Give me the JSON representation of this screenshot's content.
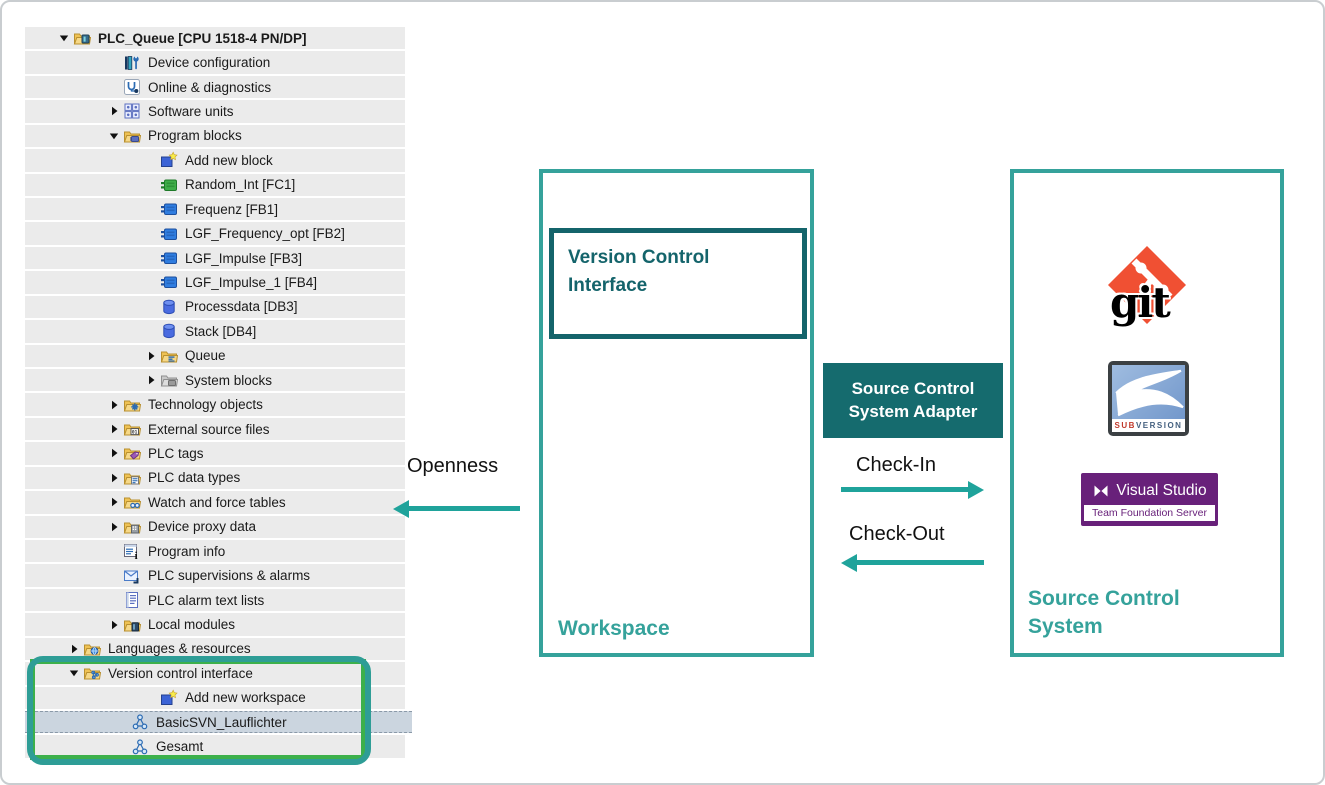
{
  "tree": {
    "rows": [
      {
        "label": "PLC_Queue [CPU 1518-4 PN/DP]",
        "level": 0,
        "arrow": "down",
        "icon": "project-folder",
        "bold": true
      },
      {
        "label": "Device configuration",
        "level": 1,
        "icon": "device-config"
      },
      {
        "label": "Online & diagnostics",
        "level": 1,
        "icon": "online-diagnostics"
      },
      {
        "label": "Software units",
        "level": 1,
        "arrow": "right",
        "icon": "software-units"
      },
      {
        "label": "Program blocks",
        "level": 1,
        "arrow": "down",
        "icon": "program-blocks-folder"
      },
      {
        "label": "Add new block",
        "level": 2,
        "icon": "add-new"
      },
      {
        "label": "Random_Int [FC1]",
        "level": 2,
        "icon": "fc-block"
      },
      {
        "label": "Frequenz [FB1]",
        "level": 2,
        "icon": "fb-block"
      },
      {
        "label": "LGF_Frequency_opt [FB2]",
        "level": 2,
        "icon": "fb-block"
      },
      {
        "label": "LGF_Impulse [FB3]",
        "level": 2,
        "icon": "fb-block"
      },
      {
        "label": "LGF_Impulse_1 [FB4]",
        "level": 2,
        "icon": "fb-block"
      },
      {
        "label": "Processdata [DB3]",
        "level": 2,
        "icon": "db-block"
      },
      {
        "label": "Stack [DB4]",
        "level": 2,
        "icon": "db-block"
      },
      {
        "label": "Queue",
        "level": 2,
        "arrow": "right",
        "icon": "queue-folder"
      },
      {
        "label": "System blocks",
        "level": 2,
        "arrow": "right",
        "icon": "system-blocks-folder"
      },
      {
        "label": "Technology objects",
        "level": 1,
        "arrow": "right",
        "icon": "technology-objects-folder"
      },
      {
        "label": "External source files",
        "level": 1,
        "arrow": "right",
        "icon": "external-sources-folder"
      },
      {
        "label": "PLC tags",
        "level": 1,
        "arrow": "right",
        "icon": "plc-tags-folder"
      },
      {
        "label": "PLC data types",
        "level": 1,
        "arrow": "right",
        "icon": "plc-data-types-folder"
      },
      {
        "label": "Watch and force tables",
        "level": 1,
        "arrow": "right",
        "icon": "watch-tables-folder"
      },
      {
        "label": "Device proxy data",
        "level": 1,
        "arrow": "right",
        "icon": "device-proxy-folder"
      },
      {
        "label": "Program info",
        "level": 1,
        "icon": "program-info"
      },
      {
        "label": "PLC supervisions & alarms",
        "level": 1,
        "icon": "plc-supervisions"
      },
      {
        "label": "PLC alarm text lists",
        "level": 1,
        "icon": "alarm-text-lists"
      },
      {
        "label": "Local modules",
        "level": 1,
        "arrow": "right",
        "icon": "local-modules-folder"
      },
      {
        "label": "Languages & resources",
        "level": 0.5,
        "arrow": "right",
        "icon": "languages-folder"
      },
      {
        "label": "Version control interface",
        "level": 0.5,
        "arrow": "down",
        "icon": "version-control-folder"
      },
      {
        "label": "Add new workspace",
        "level": 2,
        "icon": "add-new"
      },
      {
        "label": "BasicSVN_Lauflichter",
        "level": 1.5,
        "icon": "workspace",
        "selected": true
      },
      {
        "label": "Gesamt",
        "level": 1.5,
        "icon": "workspace"
      }
    ]
  },
  "diagram": {
    "workspace": {
      "inner_label": "Version Control Interface",
      "label": "Workspace"
    },
    "adapter": {
      "label": "Source Control System Adapter"
    },
    "scs": {
      "label": "Source Control System"
    },
    "arrows": {
      "openness": "Openness",
      "check_in": "Check-In",
      "check_out": "Check-Out"
    },
    "logos": {
      "git_text": "git",
      "subversion_prefix": "SUB",
      "subversion_suffix": "VERSION",
      "vs_title": "Visual Studio",
      "vs_subtitle": "Team Foundation Server"
    },
    "colors": {
      "teal_border": "#35A29B",
      "dark_teal": "#156B6E",
      "highlight_green": "#3CB04B",
      "git_orange": "#F05033",
      "subversion_blue": "#7FA8D9",
      "vs_purple": "#68217A"
    }
  }
}
